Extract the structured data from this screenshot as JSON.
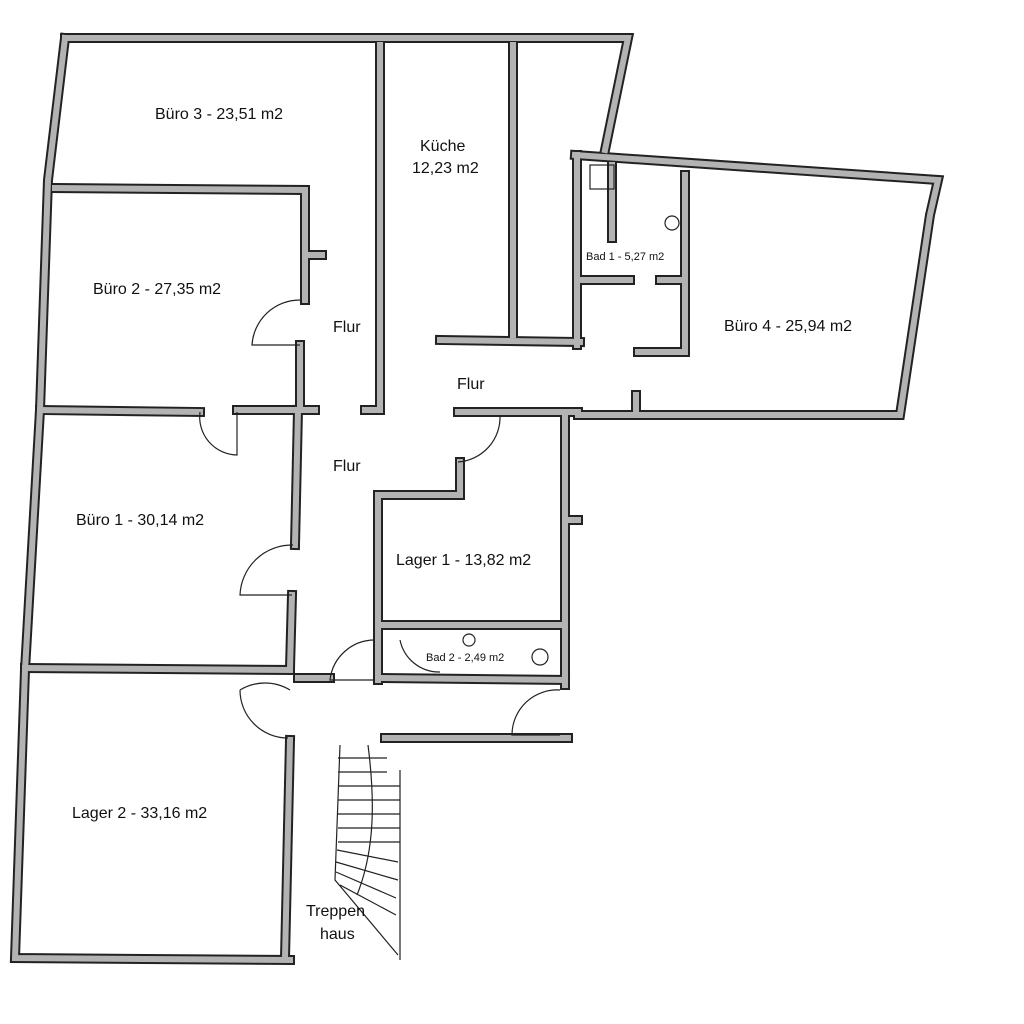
{
  "rooms": {
    "buero3": "Büro 3 - 23,51 m2",
    "kueche_name": "Küche",
    "kueche_area": "12,23 m2",
    "buero2": "Büro 2 - 27,35 m2",
    "bad1": "Bad 1 - 5,27 m2",
    "buero4": "Büro 4 - 25,94 m2",
    "flur_upper": "Flur",
    "flur_right": "Flur",
    "flur_lower": "Flur",
    "buero1": "Büro 1 - 30,14 m2",
    "lager1": "Lager 1 - 13,82 m2",
    "bad2": "Bad 2 - 2,49 m2",
    "lager2": "Lager 2 - 33,16 m2",
    "treppenhaus_1": "Treppen",
    "treppenhaus_2": "haus"
  },
  "colors": {
    "wall_fill": "#b3b3b3",
    "wall_outline": "#222222"
  }
}
